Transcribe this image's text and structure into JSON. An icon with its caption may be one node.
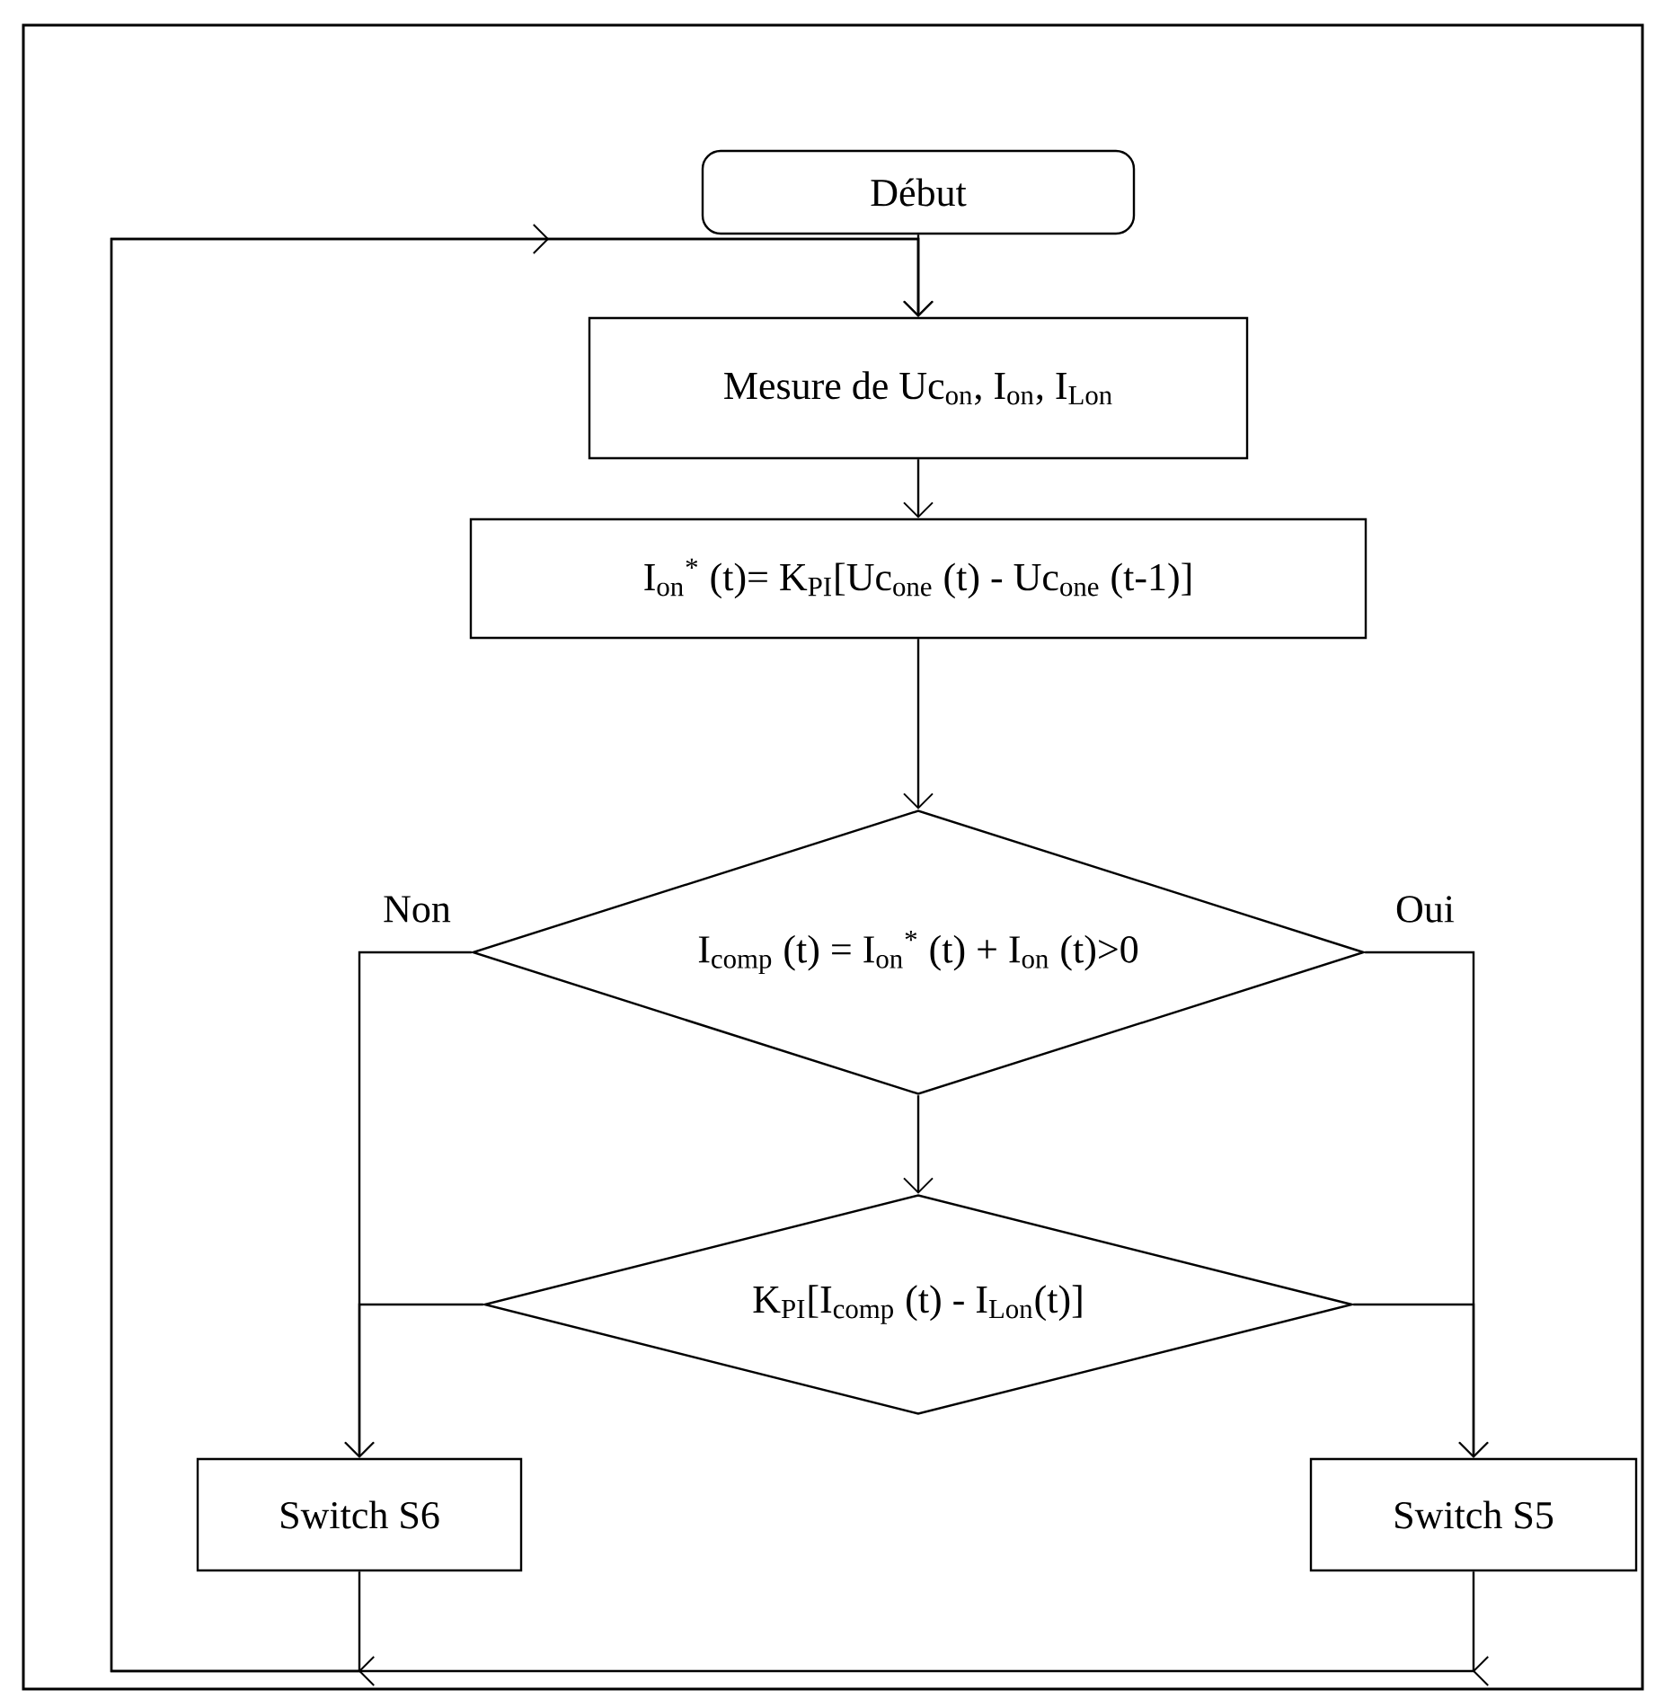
{
  "diagram": {
    "nodes": [
      {
        "text": [
          "Début"
        ]
      },
      {
        "text": [
          "Mesure de Uc$_{on}$, I$_{on}$, I$_{Lon}$"
        ]
      },
      {
        "text": [
          "I$_{on}$$^{*}$ (t)= K$_{PI}$[Uc$_{one}$ (t) - Uc$_{one}$ (t-1)]"
        ]
      },
      {
        "text": [
          "I$_{comp}$ (t) = I$_{on}$$^{*}$ (t) + I$_{on}$ (t)>0"
        ]
      },
      {
        "text": [
          "K$_{PI}$[I$_{comp}$ (t) - I$_{Lon}$(t)]"
        ]
      },
      {
        "text": [
          "Switch S6"
        ]
      },
      {
        "text": [
          "Switch S5"
        ]
      }
    ],
    "edges": [
      {
        "from": 0,
        "to": 1,
        "arrow": "to"
      },
      {
        "from": 1,
        "to": 2,
        "arrow": "to"
      },
      {
        "from": 2,
        "to": 3,
        "arrow": "to"
      },
      {
        "from": 3,
        "to": 5,
        "arrow": "to",
        "label": "Non"
      },
      {
        "from": 3,
        "to": 6,
        "arrow": "to",
        "label": "Oui"
      },
      {
        "from": 3,
        "to": 4,
        "arrow": "to"
      },
      {
        "from": 4,
        "to": 5,
        "arrow": "to"
      },
      {
        "from": 4,
        "to": 6,
        "arrow": "to"
      },
      {
        "from": 5,
        "to": 1,
        "arrow": "to"
      },
      {
        "from": 6,
        "to": 1,
        "arrow": "to"
      }
    ]
  }
}
